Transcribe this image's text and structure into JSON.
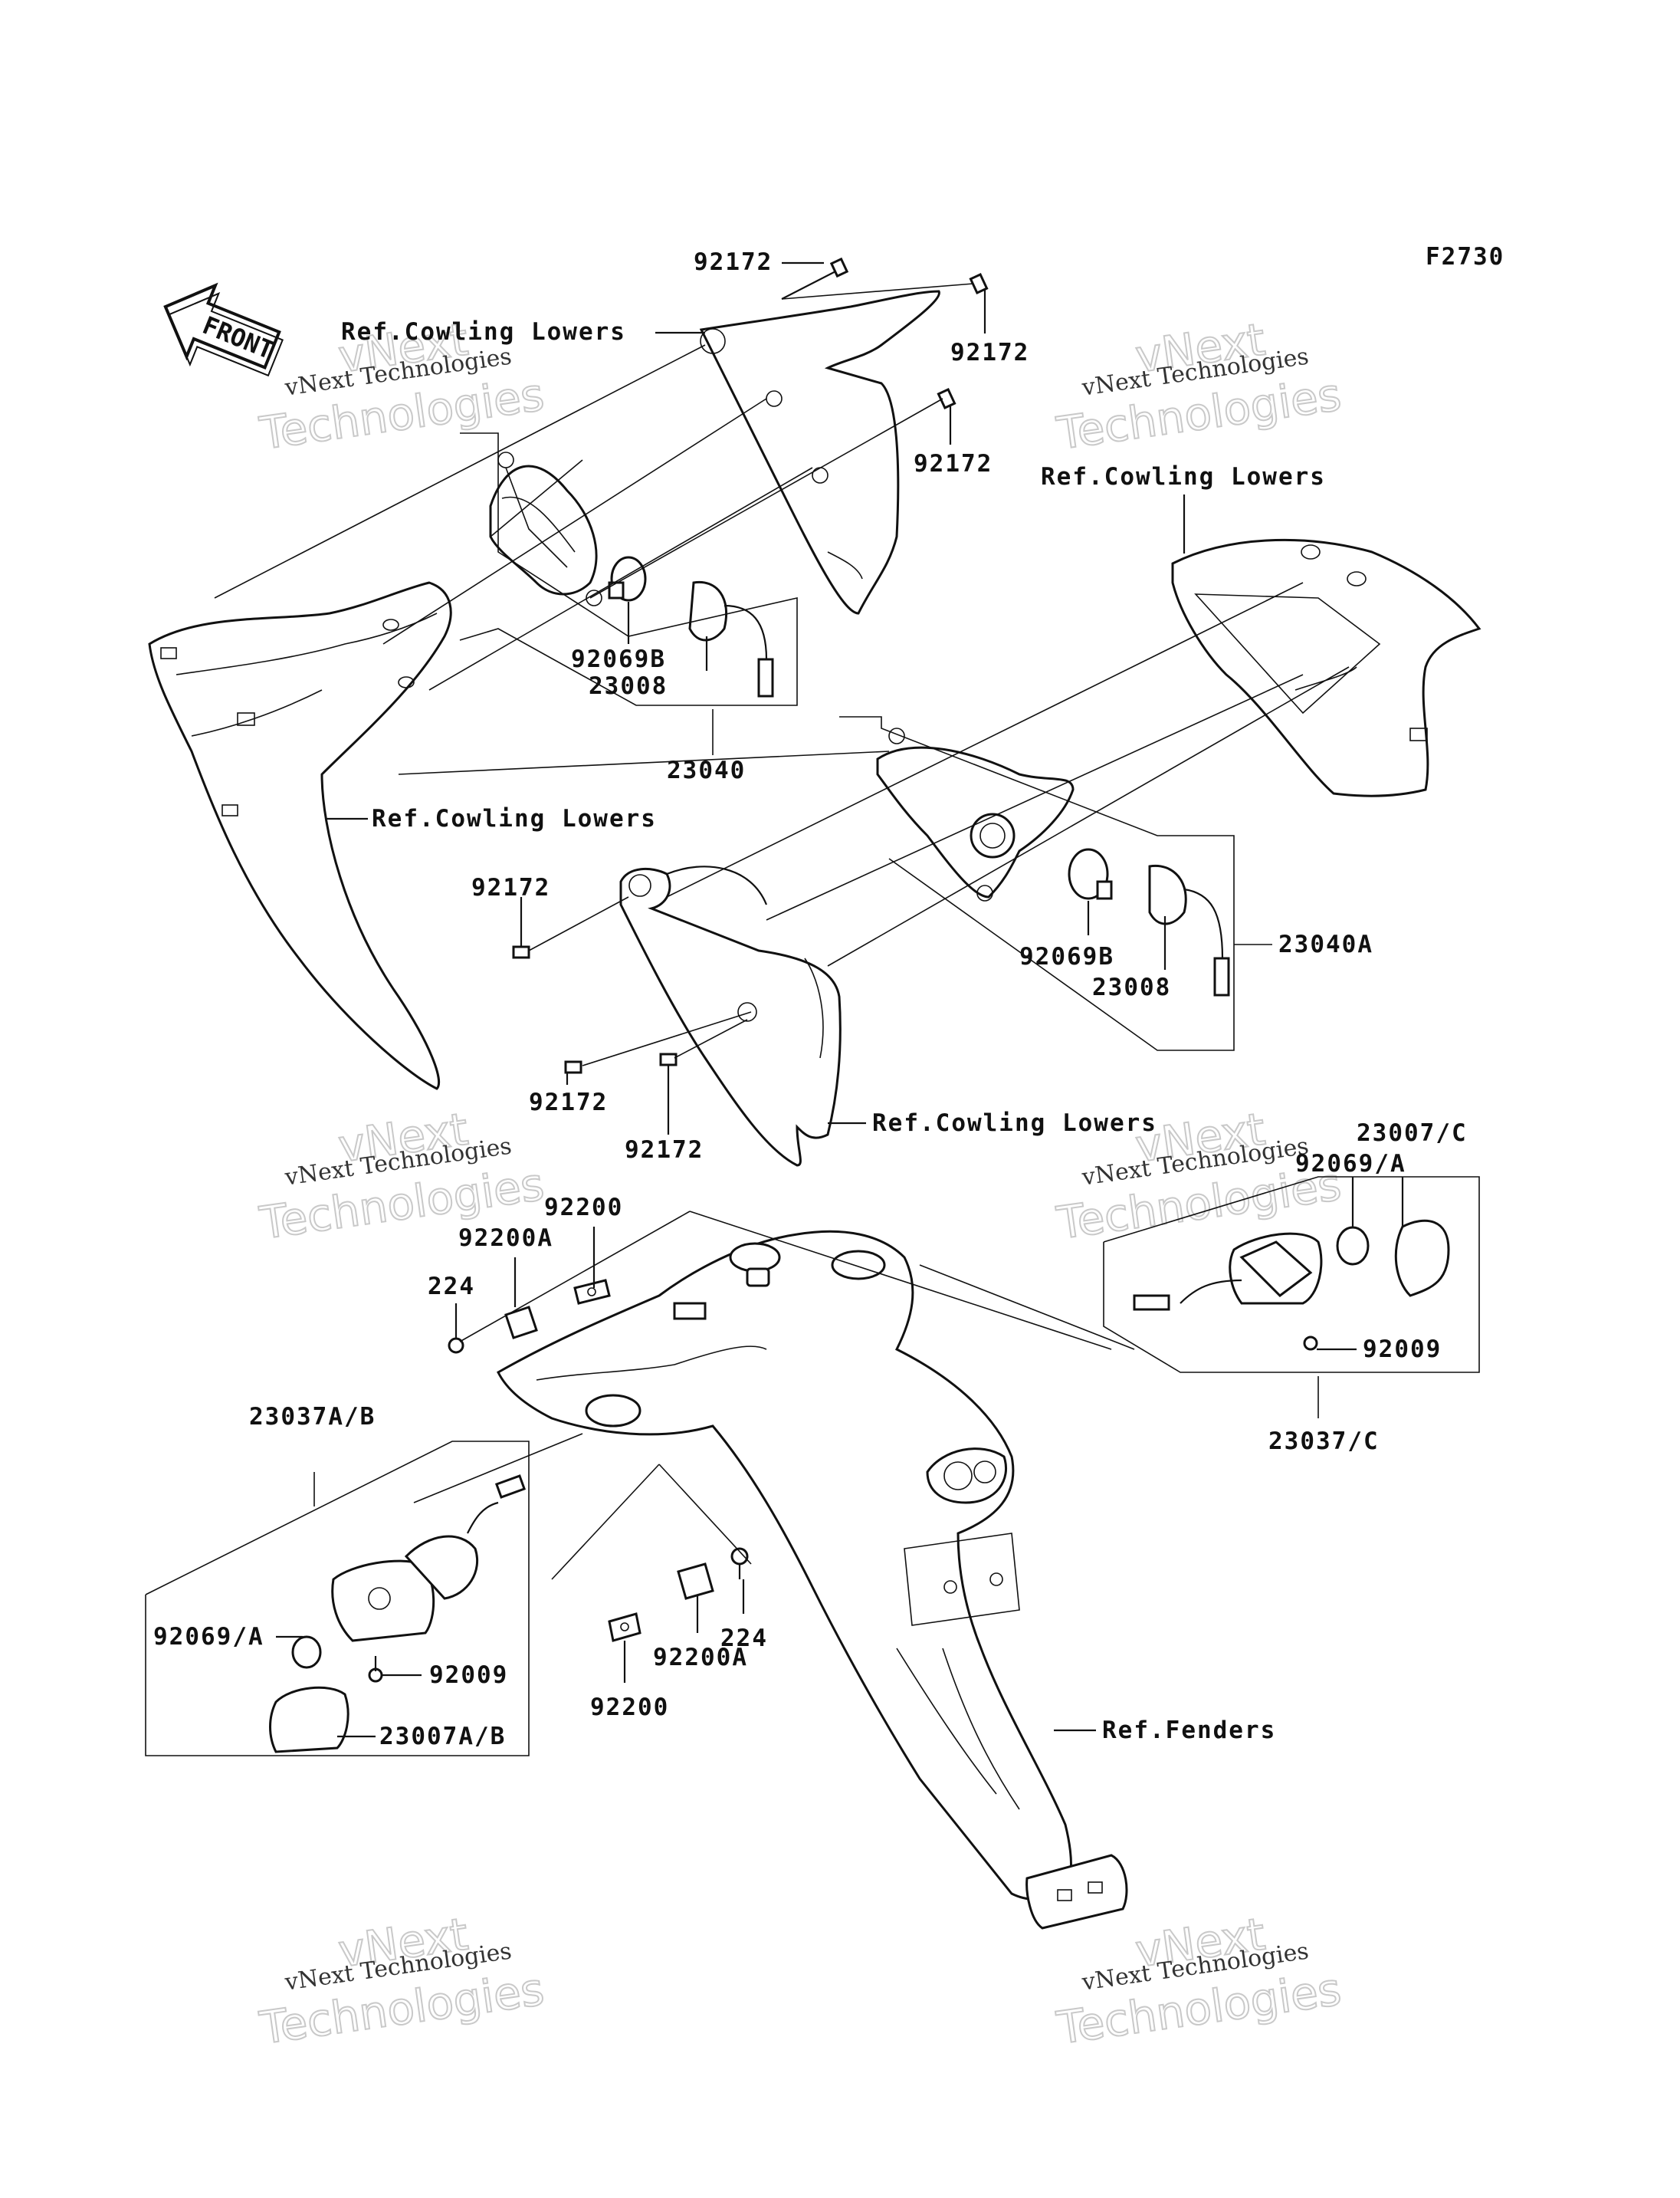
{
  "code": "F2730",
  "front_label": "FRONT",
  "labels": {
    "l_92172_top": "92172",
    "l_ref_cowl_1": "Ref.Cowling Lowers",
    "l_92172_a": "92172",
    "l_92172_b": "92172",
    "l_ref_cowl_2": "Ref.Cowling Lowers",
    "l_92069b_1": "92069B",
    "l_23008_1": "23008",
    "l_23040": "23040",
    "l_ref_cowl_3": "Ref.Cowling Lowers",
    "l_92172_c": "92172",
    "l_92069b_2": "92069B",
    "l_23040a": "23040A",
    "l_23008_2": "23008",
    "l_92172_d": "92172",
    "l_92172_e": "92172",
    "l_ref_cowl_4": "Ref.Cowling Lowers",
    "l_23007c": "23007/C",
    "l_92069a_r": "92069/A",
    "l_92009_r": "92009",
    "l_23037c": "23037/C",
    "l_92200_t": "92200",
    "l_92200a_t": "92200A",
    "l_224_t": "224",
    "l_23037ab": "23037A/B",
    "l_92069a_l": "92069/A",
    "l_92009_l": "92009",
    "l_23007ab": "23007A/B",
    "l_224_b": "224",
    "l_92200a_b": "92200A",
    "l_92200_b": "92200",
    "l_ref_fenders": "Ref.Fenders"
  },
  "watermark": {
    "line1": "vNext Technologies",
    "line2": "vNext",
    "line3": "Technologies"
  }
}
